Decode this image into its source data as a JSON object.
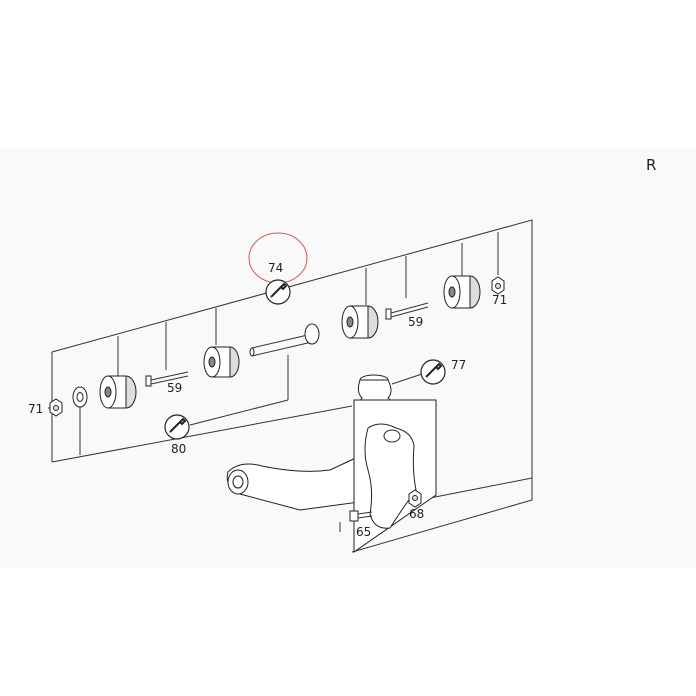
{
  "corner_label": "R",
  "callouts": {
    "p74": "74",
    "p71_left": "71",
    "p71_right": "71",
    "p59_left": "59",
    "p59_right": "59",
    "p80": "80",
    "p77": "77",
    "p68": "68",
    "p65": "65"
  },
  "highlight_color": "#d9534f",
  "icons": [
    "wrench-icon"
  ]
}
